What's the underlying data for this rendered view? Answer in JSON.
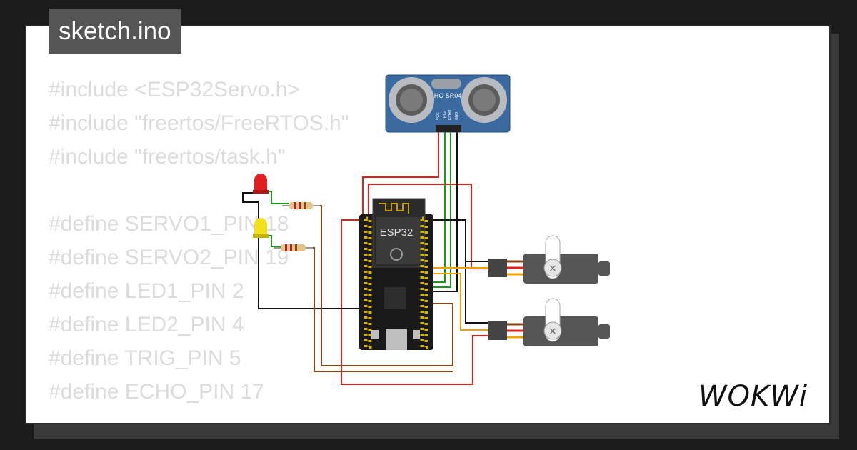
{
  "title": "sketch.ino",
  "code_lines": [
    "#include <ESP32Servo.h>",
    "#include \"freertos/FreeRTOS.h\"",
    "#include \"freertos/task.h\"",
    "",
    "#define SERVO1_PIN 18",
    "#define SERVO2_PIN 19",
    "#define LED1_PIN 2",
    "#define LED2_PIN 4",
    "#define TRIG_PIN 5",
    "#define ECHO_PIN 17"
  ],
  "board": {
    "label": "ESP32"
  },
  "sensor": {
    "label": "HC-SR04",
    "pins": [
      "VCC",
      "TRIG",
      "ECHO",
      "GND"
    ]
  },
  "brand": "WOKWi",
  "colors": {
    "wire_red": "#e0201b",
    "wire_green": "#1a9a1a",
    "wire_black": "#111111",
    "wire_brown": "#8b4513",
    "wire_orange": "#f2a200",
    "led_red": "#e02020",
    "led_yellow": "#f0e020",
    "sensor_blue": "#3a6aa0",
    "servo_gray": "#555555"
  }
}
